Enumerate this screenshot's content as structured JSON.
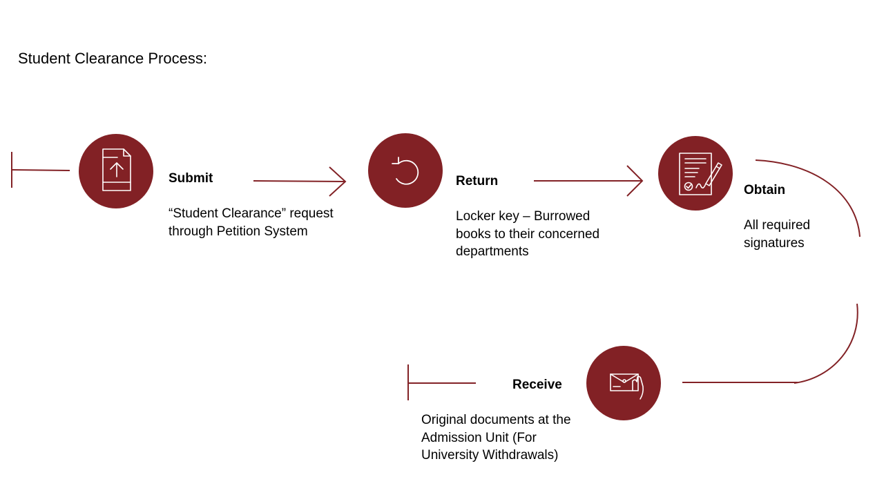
{
  "title": "Student Clearance Process:",
  "colors": {
    "accent": "#822125",
    "icon_stroke": "#ffffff",
    "text": "#000000"
  },
  "steps": [
    {
      "title": "Submit",
      "description": "“Student Clearance” request\nthrough Petition System",
      "icon": "document-upload-icon"
    },
    {
      "title": "Return",
      "description": "Locker key – Burrowed\nbooks to their concerned\ndepartments",
      "icon": "undo-arrow-icon"
    },
    {
      "title": "Obtain",
      "description": "All required\nsignatures",
      "icon": "signed-document-icon"
    },
    {
      "title": "Receive",
      "description": "Original documents  at the\nAdmission Unit (For\nUniversity Withdrawals)",
      "icon": "envelope-hand-icon"
    }
  ]
}
